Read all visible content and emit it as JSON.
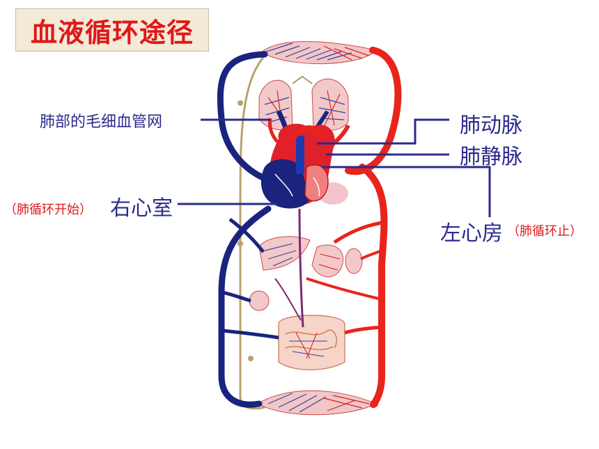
{
  "title": "血液循环途径",
  "labels": {
    "lung_capillaries": "肺部的毛细血管网",
    "pulmonary_artery": "肺动脉",
    "pulmonary_vein": "肺静脉",
    "right_ventricle": "右心室",
    "pulmonary_start": "（肺循环开始）",
    "left_atrium": "左心房",
    "pulmonary_end": "（肺循环止）"
  },
  "colors": {
    "title_red": "#e01818",
    "label_blue": "#2a2a8c",
    "vein_blue": "#1a237e",
    "artery_red": "#e8241c",
    "lymph_tan": "#b8a36a"
  }
}
